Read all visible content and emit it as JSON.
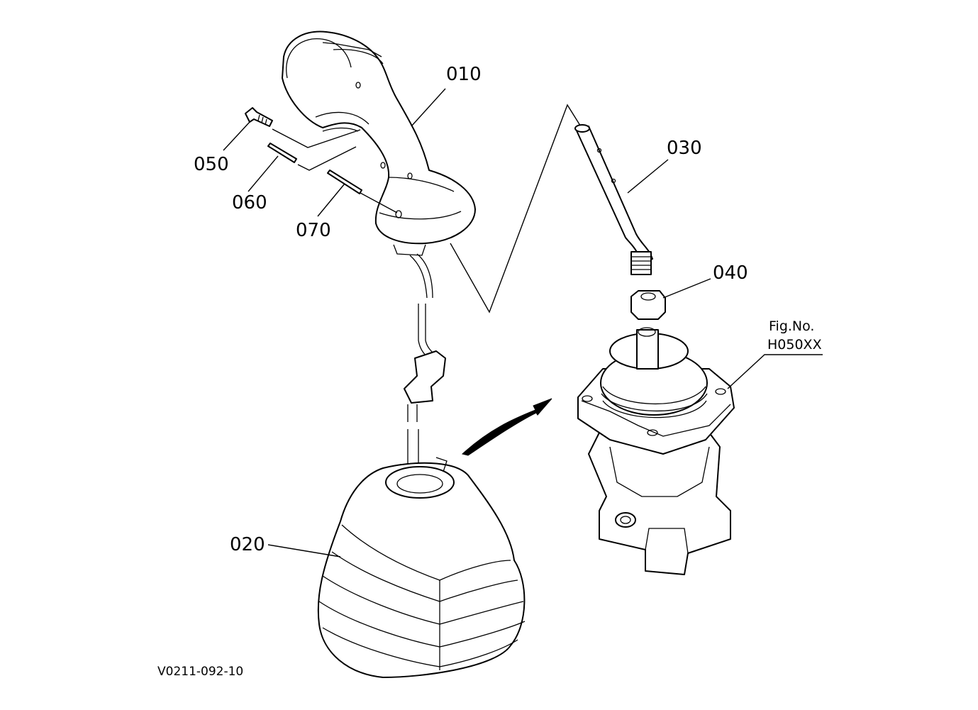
{
  "callouts": {
    "p010": "010",
    "p020": "020",
    "p030": "030",
    "p040": "040",
    "p050": "050",
    "p060": "060",
    "p070": "070"
  },
  "figure_ref": {
    "line1": "Fig.No.",
    "line2": "H050XX"
  },
  "drawing_code": "V0211-092-10"
}
